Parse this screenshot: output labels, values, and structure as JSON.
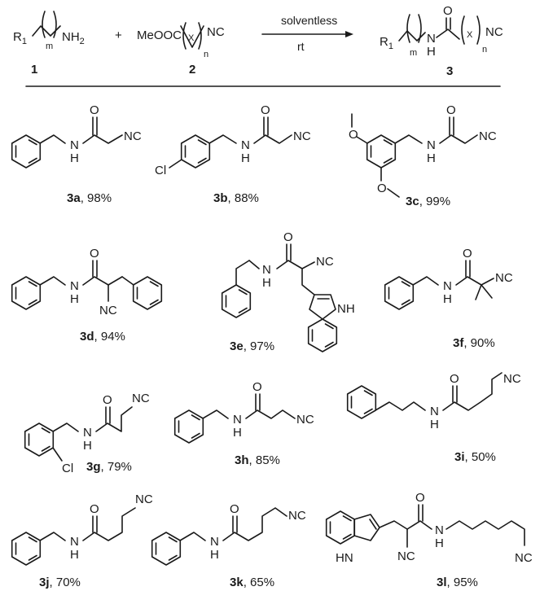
{
  "reaction": {
    "reagent_1": {
      "r": "R",
      "r_sub": "1",
      "m": "m",
      "group": "NH",
      "group_sub": "2",
      "number": "1"
    },
    "plus": "+",
    "reagent_2": {
      "ester": "MeOOC",
      "x": "X",
      "n": "n",
      "nc": "NC",
      "number": "2"
    },
    "conditions": {
      "above": "solventless",
      "below": "rt"
    },
    "product": {
      "r": "R",
      "r_sub": "1",
      "m": "m",
      "nh": "N",
      "h": "H",
      "o": "O",
      "x": "X",
      "n": "n",
      "nc": "NC",
      "number": "3"
    }
  },
  "atoms": {
    "nc": "NC",
    "n": "N",
    "h": "H",
    "o": "O",
    "cl": "Cl",
    "nh": "NH",
    "hn": "HN"
  },
  "products": [
    {
      "id": "3a",
      "yield": ", 98%"
    },
    {
      "id": "3b",
      "yield": ", 88%"
    },
    {
      "id": "3c",
      "yield": ", 99%"
    },
    {
      "id": "3d",
      "yield": ", 94%"
    },
    {
      "id": "3e",
      "yield": ", 97%"
    },
    {
      "id": "3f",
      "yield": ", 90%"
    },
    {
      "id": "3g",
      "yield": ", 79%"
    },
    {
      "id": "3h",
      "yield": ", 85%"
    },
    {
      "id": "3i",
      "yield": ", 50%"
    },
    {
      "id": "3j",
      "yield": ", 70%"
    },
    {
      "id": "3k",
      "yield": ", 65%"
    },
    {
      "id": "3l",
      "yield": ", 95%"
    }
  ]
}
